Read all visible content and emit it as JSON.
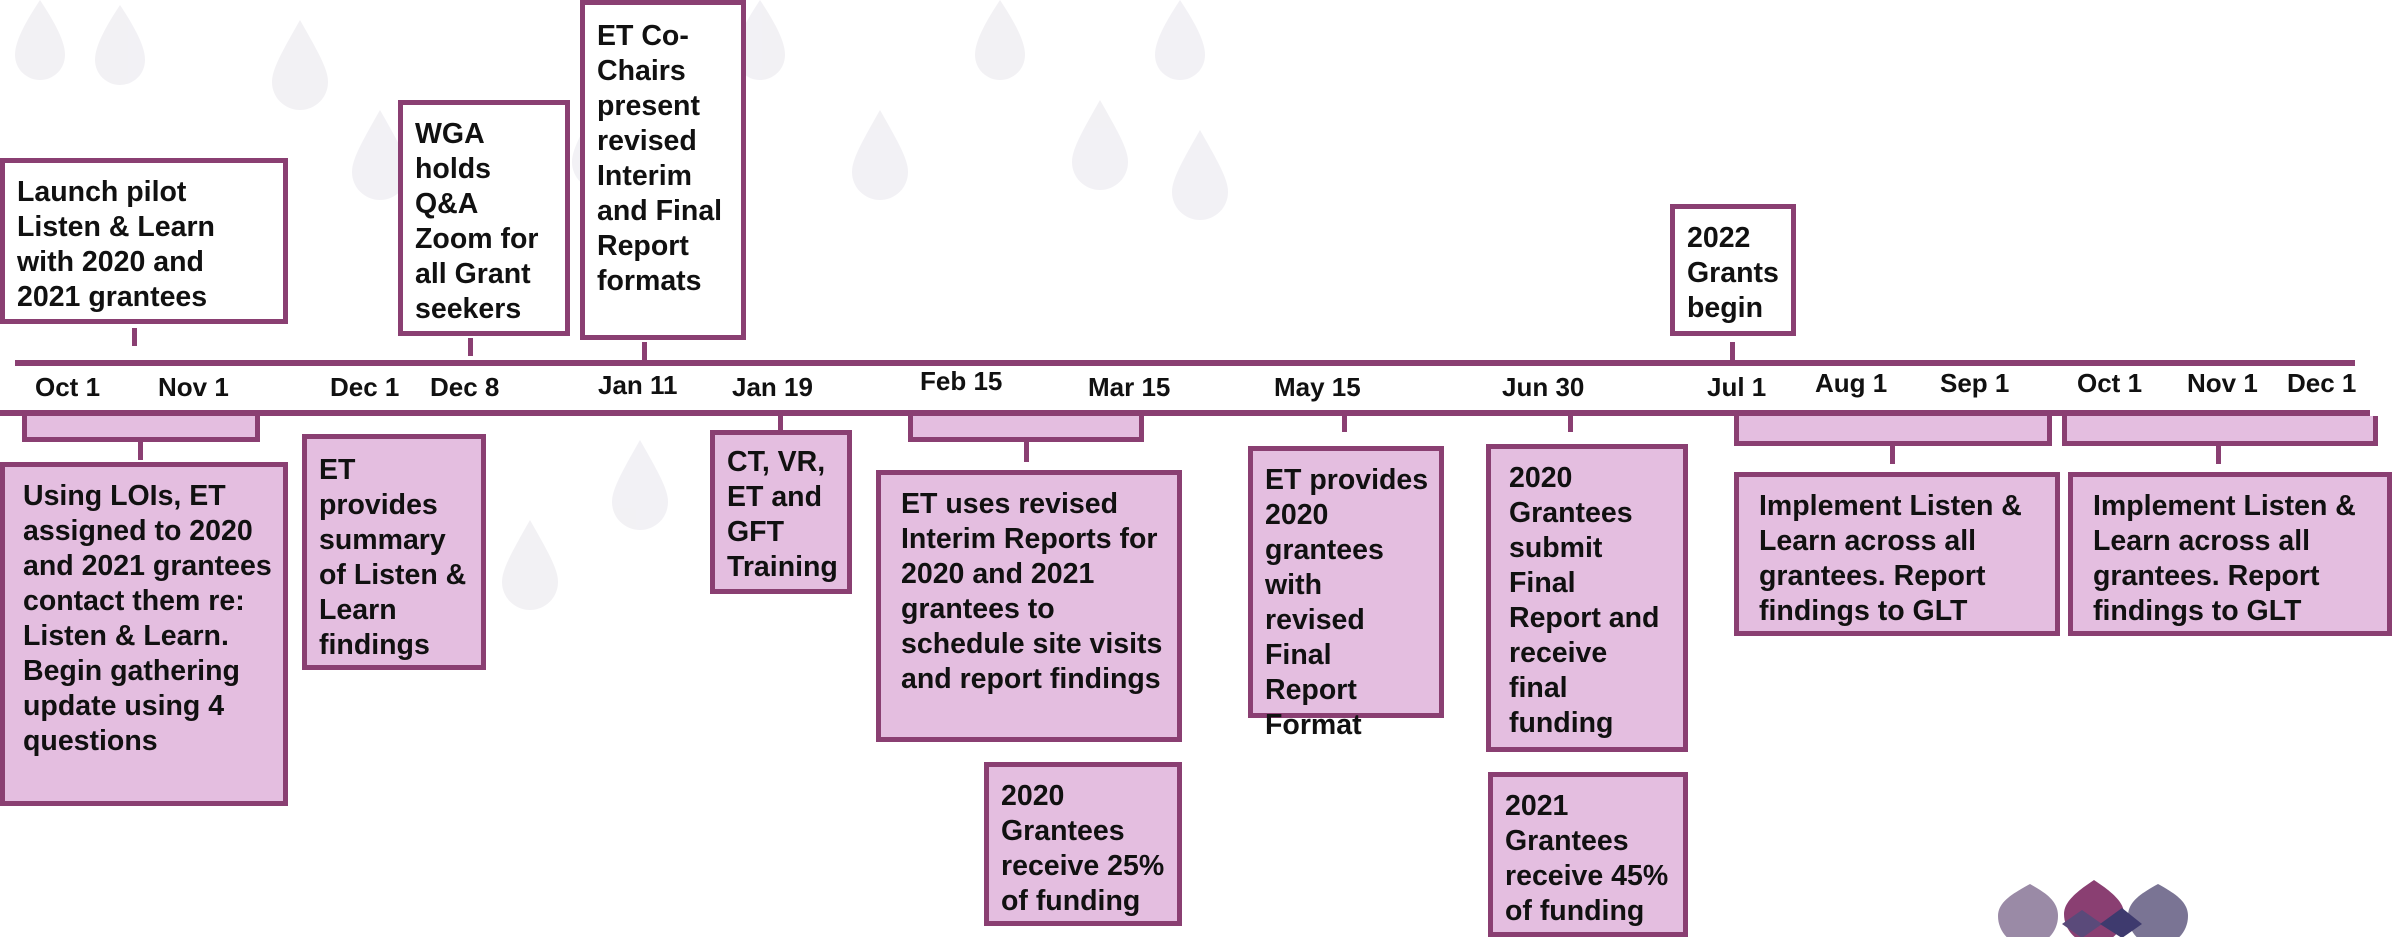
{
  "colors": {
    "accent": "#8a3f72",
    "box_fill": "#e4bee0"
  },
  "dates": {
    "oct1a": "Oct 1",
    "nov1a": "Nov 1",
    "dec1a": "Dec 1",
    "dec8": "Dec 8",
    "jan11": "Jan 11",
    "jan19": "Jan 19",
    "feb15": "Feb 15",
    "mar15": "Mar 15",
    "may15": "May 15",
    "jun30": "Jun 30",
    "jul1": "Jul 1",
    "aug1": "Aug 1",
    "sep1": "Sep 1",
    "oct1b": "Oct 1",
    "nov1b": "Nov 1",
    "dec1b": "Dec 1"
  },
  "milestones_above": {
    "launch_pilot": "Launch pilot Listen & Learn with 2020 and 2021 grantees",
    "wga_qa": "WGA holds Q&A Zoom for all Grant seekers",
    "et_cochairs": "ET Co-Chairs present revised Interim and Final Report formats",
    "grants_2022": "2022 Grants begin"
  },
  "milestones_below": {
    "using_lois": "Using LOIs, ET assigned to 2020 and 2021 grantees contact them re: Listen & Learn. Begin gathering update using 4 questions",
    "et_summary": "ET provides summary of Listen & Learn findings",
    "training": "CT, VR, ET and GFT Training",
    "et_uses_interim": "ET uses revised Interim Reports for 2020 and 2021 grantees to schedule site visits and report findings",
    "grantees_2020_25": "2020 Grantees receive 25% of funding",
    "et_final_format": "ET provides 2020 grantees with revised Final Report Format",
    "grantees_2020_submit": "2020 Grantees submit Final Report and receive final funding",
    "grantees_2021_45": "2021 Grantees receive 45% of funding",
    "implement_1": "Implement Listen & Learn across all grantees. Report findings to GLT",
    "implement_2": "Implement Listen & Learn across all grantees. Report findings to GLT"
  }
}
